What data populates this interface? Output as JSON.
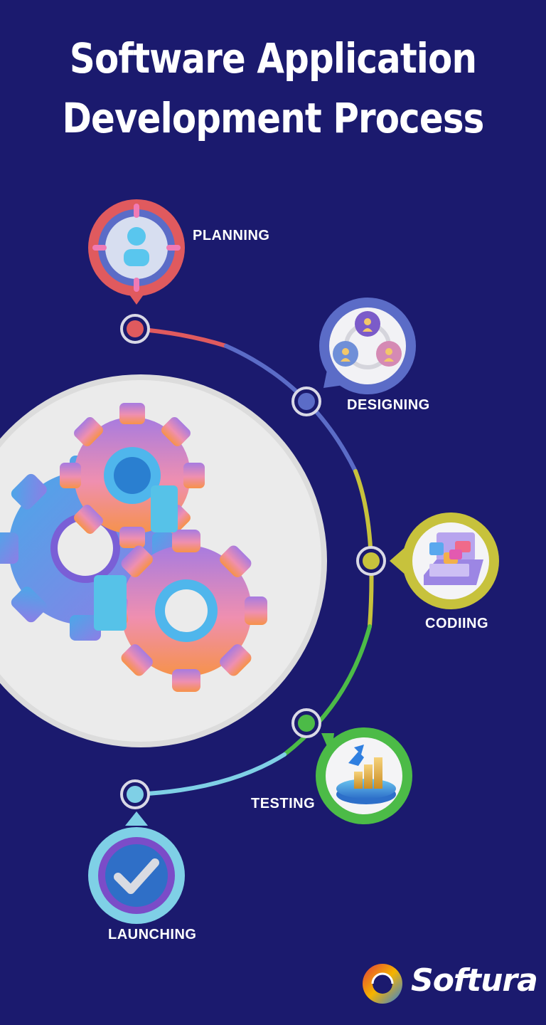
{
  "title": {
    "line1": "Software Application",
    "line2": "Development Process"
  },
  "stages": [
    {
      "label": "PLANNING",
      "color": "#e05a5e",
      "icon": "target-user-icon"
    },
    {
      "label": "DESIGNING",
      "color": "#5b6cc7",
      "icon": "team-circle-icon"
    },
    {
      "label": "CODIING",
      "color": "#c7c23c",
      "icon": "laptop-code-icon"
    },
    {
      "label": "TESTING",
      "color": "#4cbb47",
      "icon": "bar-chart-growth-icon"
    },
    {
      "label": "LAUNCHING",
      "color": "#7fd0e6",
      "icon": "checkmark-icon"
    }
  ],
  "center_image": {
    "icon": "gears-icon"
  },
  "brand": {
    "name": "Softura",
    "icon": "softura-logo-icon"
  },
  "colors": {
    "background": "#1b1a6e",
    "center_circle": "#ebebeb"
  }
}
